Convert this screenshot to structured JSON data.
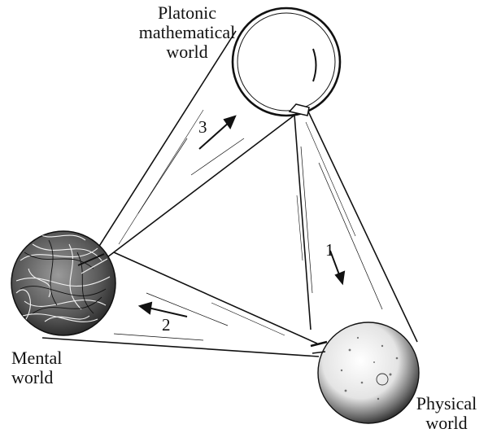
{
  "worlds": {
    "platonic": {
      "line1": "Platonic",
      "line2": "mathematical",
      "line3": "world"
    },
    "mental": {
      "line1": "Mental",
      "line2": "world"
    },
    "physical": {
      "line1": "Physical",
      "line2": "world"
    }
  },
  "arrows": {
    "one": "1",
    "two": "2",
    "three": "3"
  }
}
